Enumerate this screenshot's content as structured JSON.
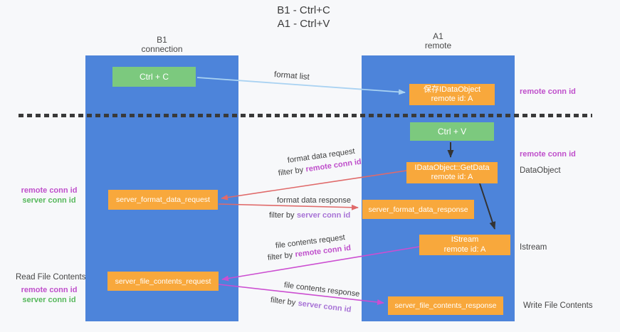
{
  "title": {
    "line1": "B1 - Ctrl+C",
    "line2": "A1 - Ctrl+V"
  },
  "columns": {
    "left": {
      "name": "B1",
      "role": "connection"
    },
    "right": {
      "name": "A1",
      "role": "remote"
    }
  },
  "boxes": {
    "ctrl_c": "Ctrl + C",
    "ctrl_v": "Ctrl + V",
    "save_dataobject": {
      "title": "保存IDataObject",
      "subtitle": "remote id: A"
    },
    "getdata": {
      "title": "IDataObject::GetData",
      "subtitle": "remote id: A"
    },
    "istream": {
      "title": "IStream",
      "subtitle": "remote id: A"
    },
    "format_request": "server_format_data_request",
    "format_response": "server_format_data_response",
    "file_request": "server_file_contents_request",
    "file_response": "server_file_contents_response"
  },
  "arrow_labels": {
    "format_list": "format list",
    "format_data_request": "format data request",
    "format_data_response": "format data response",
    "file_contents_request": "file contents request",
    "file_contents_response": "file contents response",
    "filter_by": "filter by",
    "remote_conn_id": "remote conn id",
    "server_conn_id": "server conn id"
  },
  "side_labels": {
    "remote_conn_id": "remote conn id",
    "server_conn_id": "server conn id",
    "dataobject": "DataObject",
    "istream": "Istream",
    "read_file_contents": "Read File Contents",
    "write_file_contents": "Write File Contents"
  },
  "colors": {
    "lane_blue": "#4d84da",
    "box_green": "#7cc97e",
    "box_orange": "#f8a83c",
    "arrow_light_blue": "#a9d2f2",
    "arrow_red": "#e06a6a",
    "arrow_magenta": "#cc4ed1",
    "arrow_black": "#333333",
    "label_magenta": "#bf4fcb",
    "label_violet": "#a873d6",
    "label_green": "#57b85c"
  }
}
